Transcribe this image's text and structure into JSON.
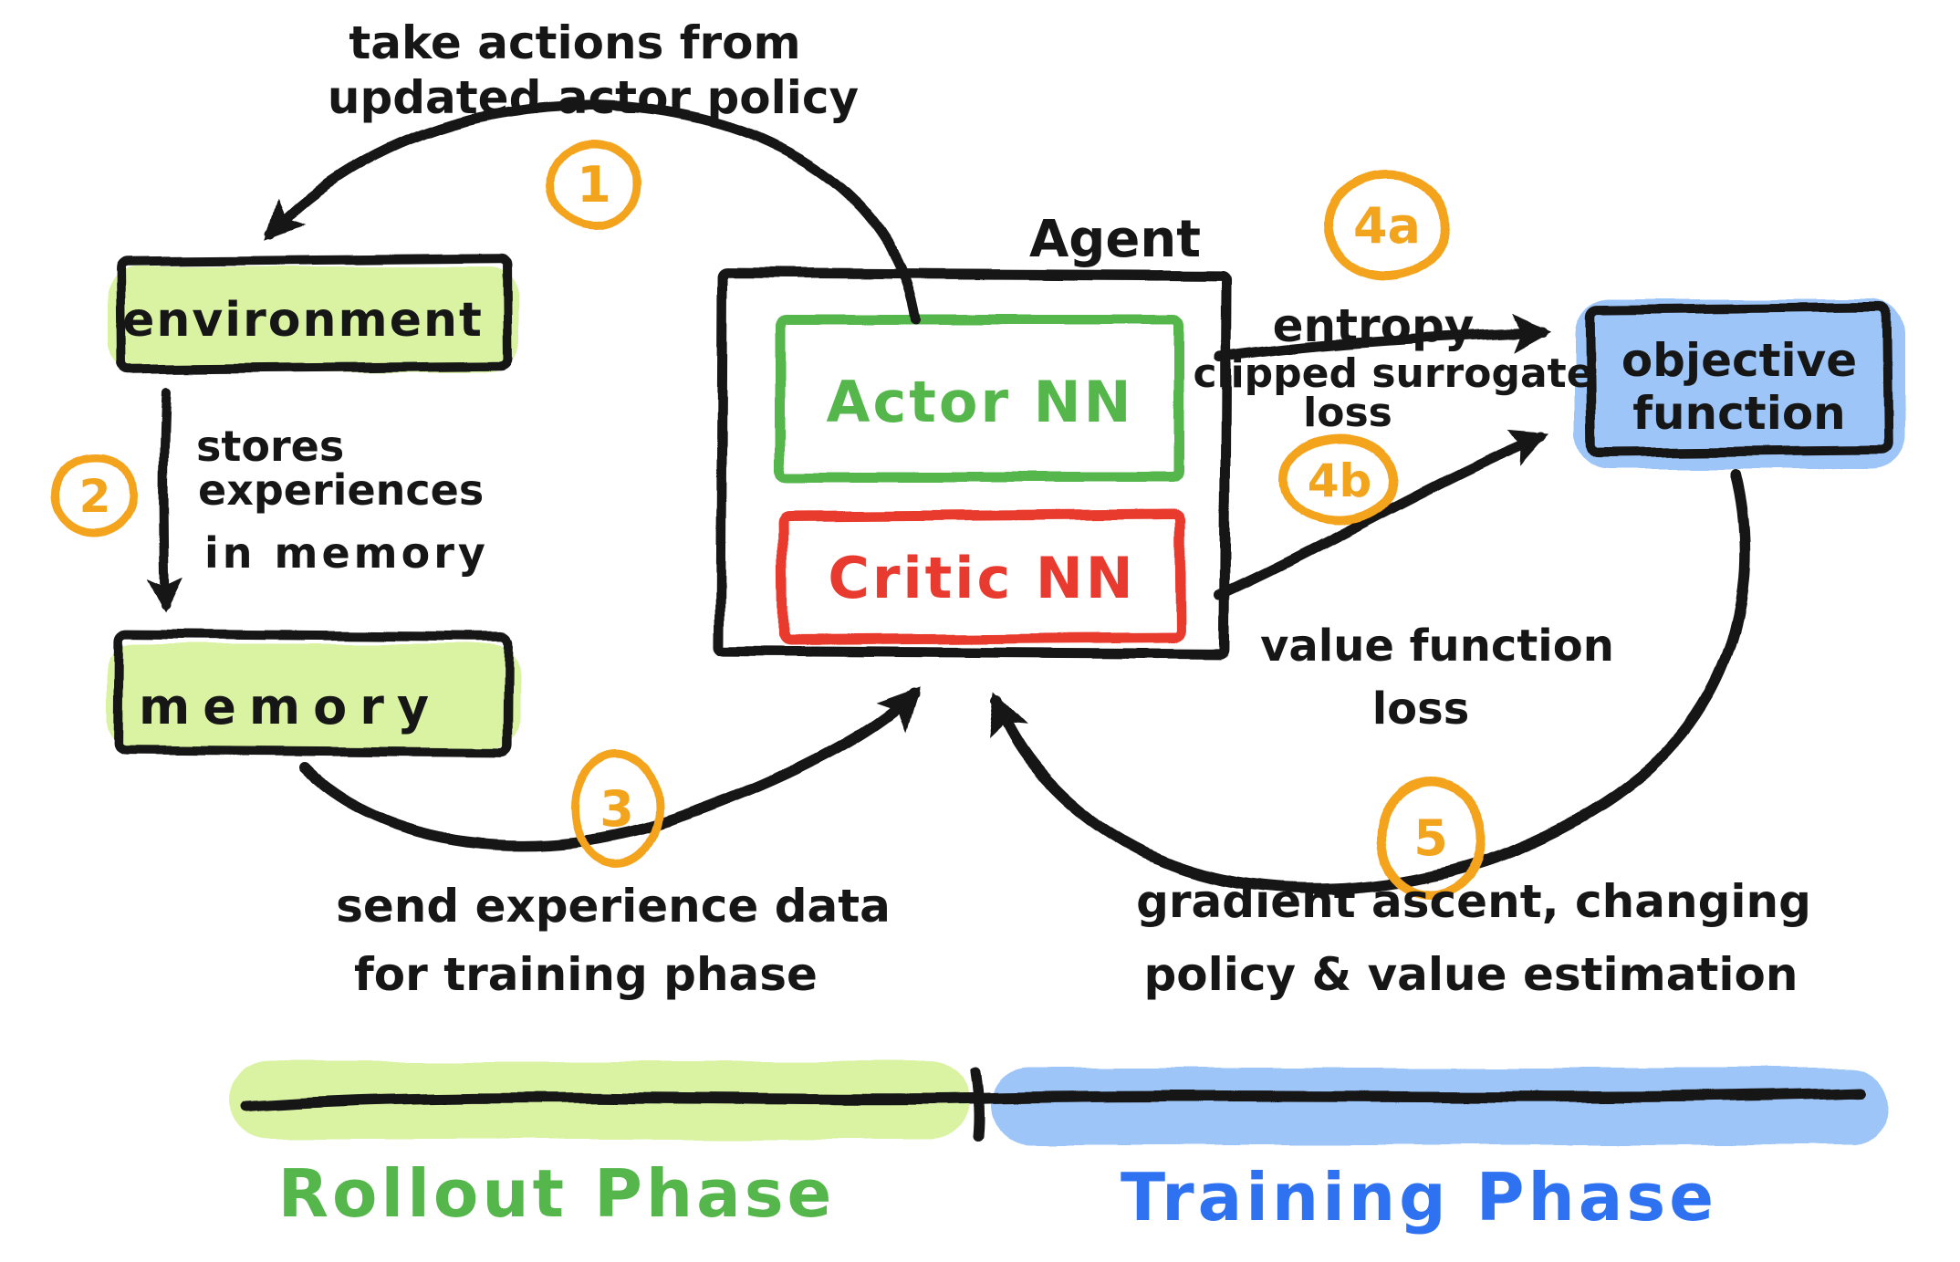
{
  "diagram": {
    "nodes": {
      "environment": {
        "label": "environment"
      },
      "memory": {
        "label": "memory"
      },
      "agent": {
        "label": "Agent"
      },
      "actor_nn": {
        "label": "Actor NN"
      },
      "critic_nn": {
        "label": "Critic NN"
      },
      "objective_function": {
        "lines": [
          "objective",
          "function"
        ]
      }
    },
    "steps": {
      "step1": {
        "number": "1",
        "caption": [
          "take actions from",
          "updated actor policy"
        ]
      },
      "step2": {
        "number": "2",
        "caption": [
          "stores",
          "experiences",
          "in memory"
        ]
      },
      "step3": {
        "number": "3",
        "caption": [
          "send experience data",
          "for training phase"
        ]
      },
      "step4a": {
        "number": "4a",
        "caption_above": "entropy",
        "caption_below": [
          "clipped surrogate",
          "loss"
        ]
      },
      "step4b": {
        "number": "4b",
        "caption": [
          "value function",
          "loss"
        ]
      },
      "step5": {
        "number": "5",
        "caption": [
          "gradient ascent, changing",
          "policy & value estimation"
        ]
      }
    },
    "timeline": {
      "rollout_label": "Rollout Phase",
      "training_label": "Training Phase"
    },
    "colors": {
      "ink": "#161616",
      "green_stroke": "#54b64b",
      "green_highlight": "#d9f3a2",
      "red_stroke": "#e83a2e",
      "blue_text": "#2e72f2",
      "blue_highlight": "#9ec5f7",
      "orange": "#f3a41d",
      "background": "#ffffff"
    }
  }
}
